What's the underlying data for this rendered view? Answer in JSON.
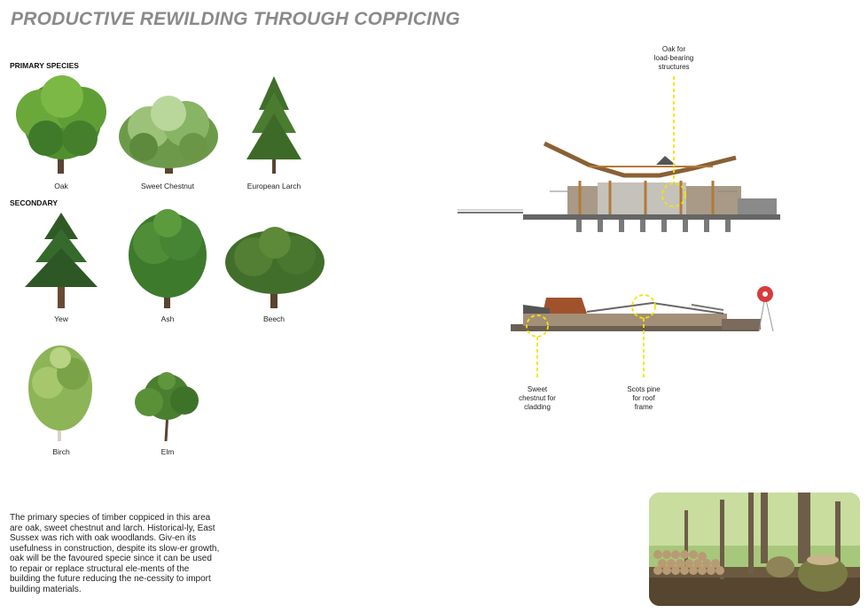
{
  "title": "PRODUCTIVE REWILDING THROUGH COPPICING",
  "sections": {
    "primary": "PRIMARY SPECIES",
    "secondary": "SECONDARY"
  },
  "trees": {
    "oak": "Oak",
    "sweet_chestnut": "Sweet Chestnut",
    "european_larch": "European Larch",
    "yew": "Yew",
    "ash": "Ash",
    "beech": "Beech",
    "birch": "Birch",
    "elm": "Elm"
  },
  "annotations": {
    "oak_line1": "Oak for",
    "oak_line2": "load-bearing",
    "oak_line3": "structures",
    "chestnut_line1": "Sweet",
    "chestnut_line2": "chestnut for",
    "chestnut_line3": "cladding",
    "pine_line1": "Scots pine",
    "pine_line2": "for roof",
    "pine_line3": "frame"
  },
  "paragraph": "The primary species of timber coppiced in this area are oak, sweet chestnut and larch. Historical-ly, East Sussex was rich with oak woodlands. Giv-en its usefulness in construction, despite its slow-er growth, oak will be the favoured specie since it can be used to repair or replace structural ele-ments of the building the future reducing the ne-cessity to import building materials.",
  "colors": {
    "title": "#8a8a8a",
    "highlight": "#f5e400",
    "foliage_dark": "#3f7a2a",
    "foliage_light": "#7fb84a",
    "timber": "#b07a3a"
  }
}
